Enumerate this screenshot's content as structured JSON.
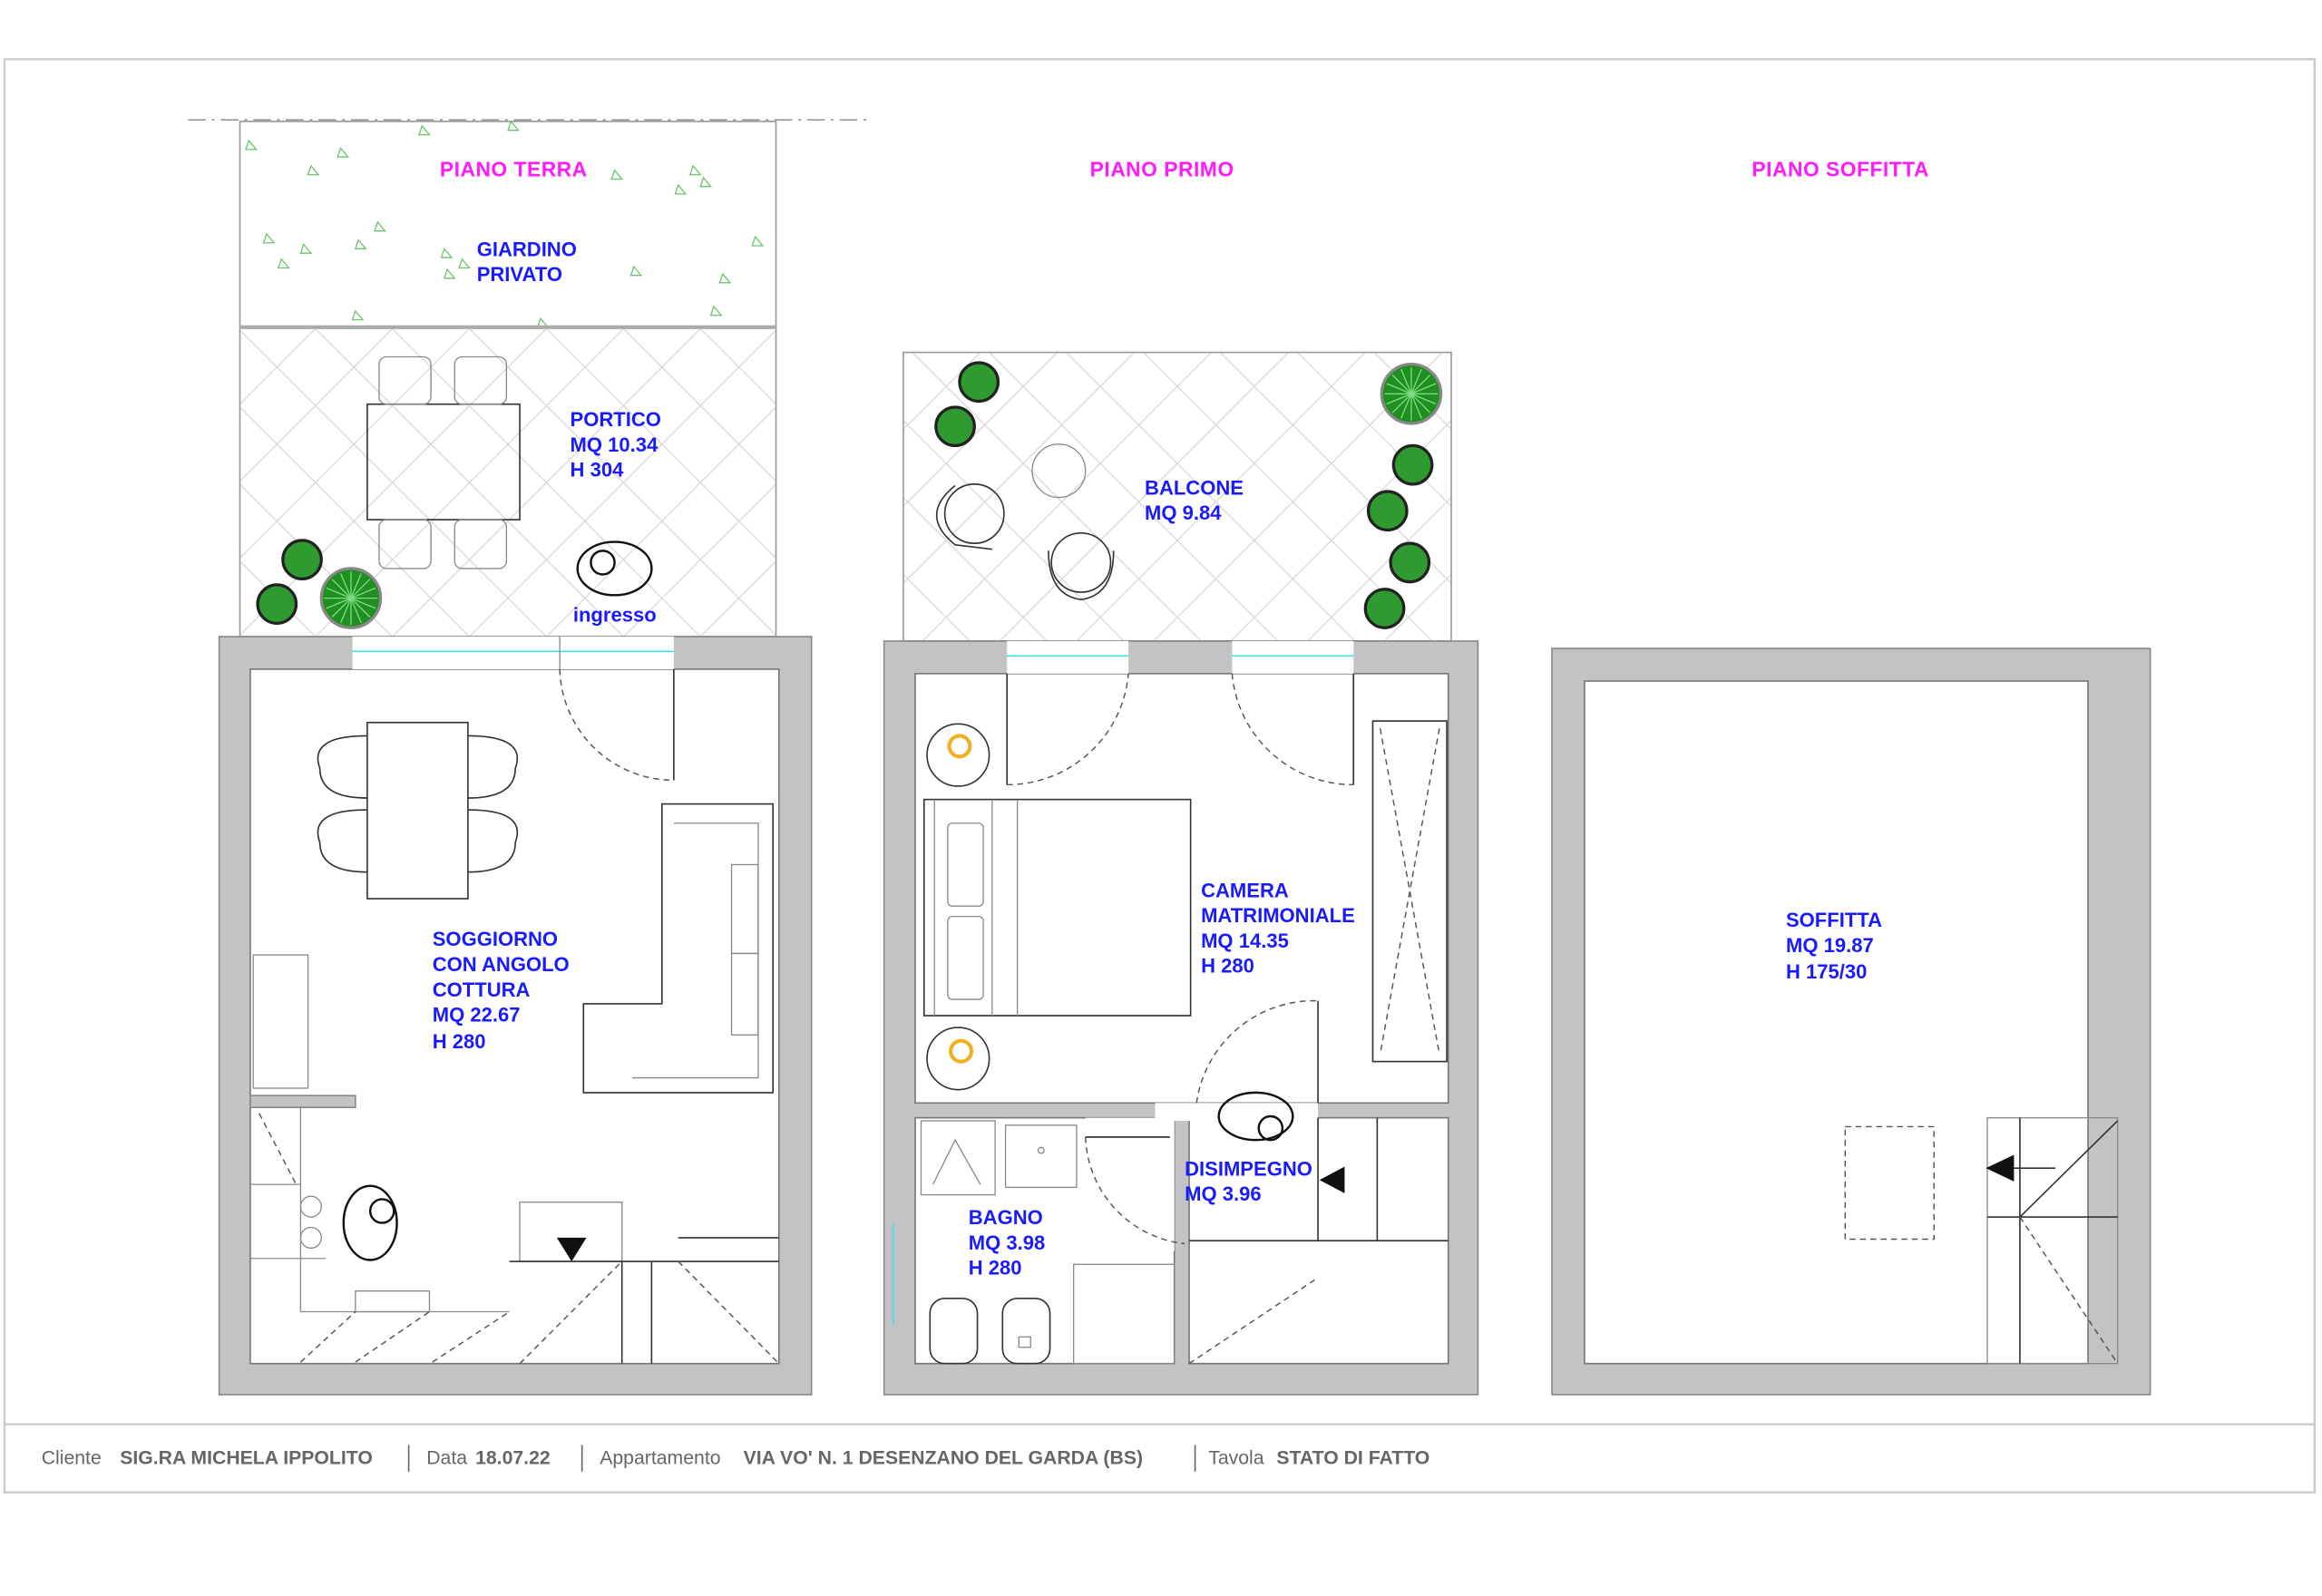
{
  "floors": {
    "ground": {
      "title": "PIANO TERRA",
      "garden": [
        "GIARDINO",
        "PRIVATO"
      ],
      "portico": [
        "PORTICO",
        "MQ 10.34",
        "H 304"
      ],
      "entrance": "ingresso",
      "living": [
        "SOGGIORNO",
        "CON ANGOLO",
        "COTTURA",
        "MQ 22.67",
        "H 280"
      ]
    },
    "first": {
      "title": "PIANO PRIMO",
      "balcony": [
        "BALCONE",
        "MQ 9.84"
      ],
      "bedroom": [
        "CAMERA",
        "MATRIMONIALE",
        "MQ 14.35",
        "H 280"
      ],
      "hallway": [
        "DISIMPEGNO",
        "MQ 3.96"
      ],
      "bathroom": [
        "BAGNO",
        "MQ 3.98",
        "H 280"
      ]
    },
    "attic": {
      "title": "PIANO SOFFITTA",
      "attic": [
        "SOFFITTA",
        "MQ 19.87",
        "H 175/30"
      ]
    }
  },
  "footer": {
    "client_label": "Cliente",
    "client_value": "SIG.RA MICHELA  IPPOLITO",
    "date_label": "Data",
    "date_value": "18.07.22",
    "apartment_label": "Appartamento",
    "apartment_value": "VIA VO' N. 1 DESENZANO  DEL GARDA (BS)",
    "sheet_label": "Tavola",
    "sheet_value": "STATO DI FATTO"
  },
  "colors": {
    "title": "#ff1aff",
    "label": "#1a1aff",
    "wall": "#c3c3c5"
  }
}
